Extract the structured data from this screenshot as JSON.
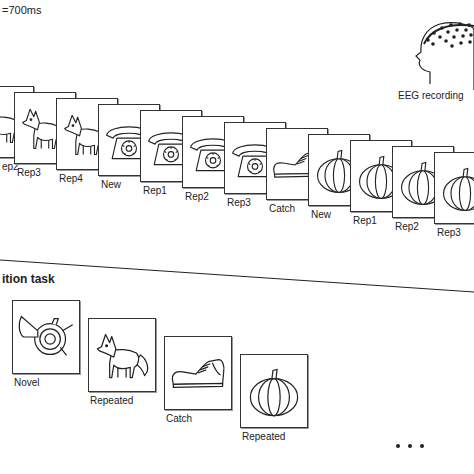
{
  "diagram": {
    "nodes": [
      {
        "text": [
          "ep2"
        ]
      },
      {
        "text": [
          "Rep3"
        ]
      },
      {
        "text": [
          "Rep4"
        ]
      },
      {
        "text": [
          "New"
        ]
      },
      {
        "text": [
          "Rep1"
        ]
      },
      {
        "text": [
          "Rep2"
        ]
      },
      {
        "text": [
          "Rep3"
        ]
      },
      {
        "text": [
          "Catch"
        ]
      },
      {
        "text": [
          "New"
        ]
      },
      {
        "text": [
          "Rep1"
        ]
      },
      {
        "text": [
          "Rep2"
        ]
      },
      {
        "text": [
          "Rep3"
        ]
      },
      {
        "text": [
          "Novel"
        ]
      },
      {
        "text": [
          "Repeated"
        ]
      },
      {
        "text": [
          "Catch"
        ]
      },
      {
        "text": [
          "Repeated"
        ]
      }
    ],
    "labels": [
      "=700ms",
      "EEG recording",
      "ition task"
    ]
  }
}
